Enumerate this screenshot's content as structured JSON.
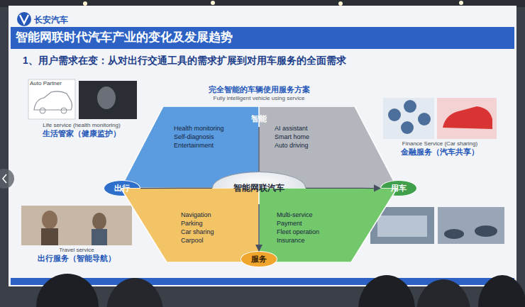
{
  "diagram": {
    "title": "智能网联时代汽车产业的变化及发展趋势",
    "nodes": [
      {
        "text": [
          "Life service (health monitoring)",
          "生活管家（健康监护）"
        ]
      },
      {
        "text": [
          "Finance Service (Car sharing)",
          "金融服务（汽车共享）"
        ]
      },
      {
        "text": [
          "智能"
        ]
      },
      {
        "text": [
          "Health monitoring",
          "Self-diagnosis",
          "Entertainment"
        ]
      },
      {
        "text": [
          "AI assistant",
          "Smart home",
          "Auto driving"
        ]
      },
      {
        "text": [
          "出行"
        ]
      },
      {
        "text": [
          "智能网联汽车"
        ]
      },
      {
        "text": [
          "用车"
        ]
      },
      {
        "text": [
          "Navigation",
          "Parking",
          "Car sharing",
          "Carpool"
        ]
      },
      {
        "text": [
          "Multi-service",
          "Payment",
          "Fleet operation",
          "Insurance"
        ]
      },
      {
        "text": [
          "服务"
        ]
      },
      {
        "text": [
          "Travel service",
          "出行服务（智能导航）"
        ]
      }
    ],
    "edges": [
      {
        "from": 5,
        "to": 6,
        "arrow": "none"
      },
      {
        "from": 6,
        "to": 7,
        "arrow": "to"
      },
      {
        "from": 2,
        "to": 6,
        "arrow": "none"
      },
      {
        "from": 6,
        "to": 10,
        "arrow": "to"
      }
    ],
    "labels": [
      "长安汽车",
      "1、用户需求在变：从对出行交通工具的需求扩展到对用车服务的全面需求",
      "完全智能的车辆使用服务方案",
      "Fully intelligent vehicle using service",
      "Auto Partner"
    ]
  }
}
